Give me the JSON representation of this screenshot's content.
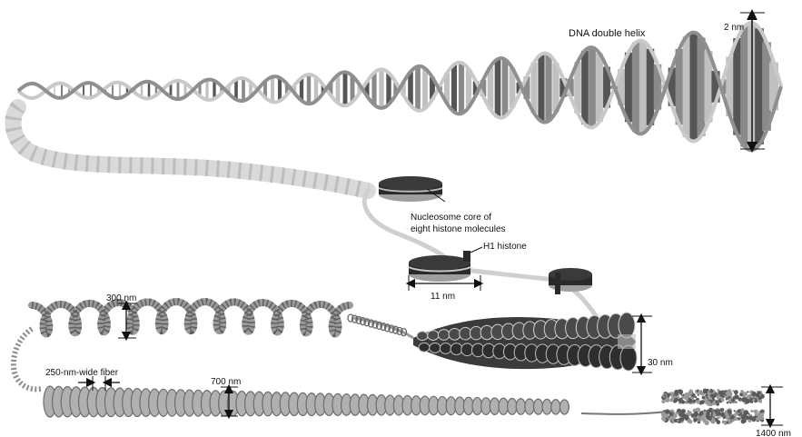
{
  "labels": {
    "dna_double_helix": "DNA double helix",
    "helix_width": "2 nm",
    "nucleosome_core_line1": "Nucleosome core of",
    "nucleosome_core_line2": "eight histone molecules",
    "h1_histone": "H1 histone",
    "nucleosome_width": "11 nm",
    "fiber_30nm": "30 nm",
    "loop_300nm": "300 nm",
    "fiber_250nm": "250-nm-wide fiber",
    "coil_700nm": "700 nm",
    "chromosome_1400nm": "1400 nm"
  },
  "colors": {
    "ink": "#111111",
    "strand_light": "#d8d8d8",
    "strand_mid": "#a8a8a8",
    "strand_dark": "#555555",
    "histone_dark": "#2a2a2a",
    "background": "#ffffff"
  }
}
